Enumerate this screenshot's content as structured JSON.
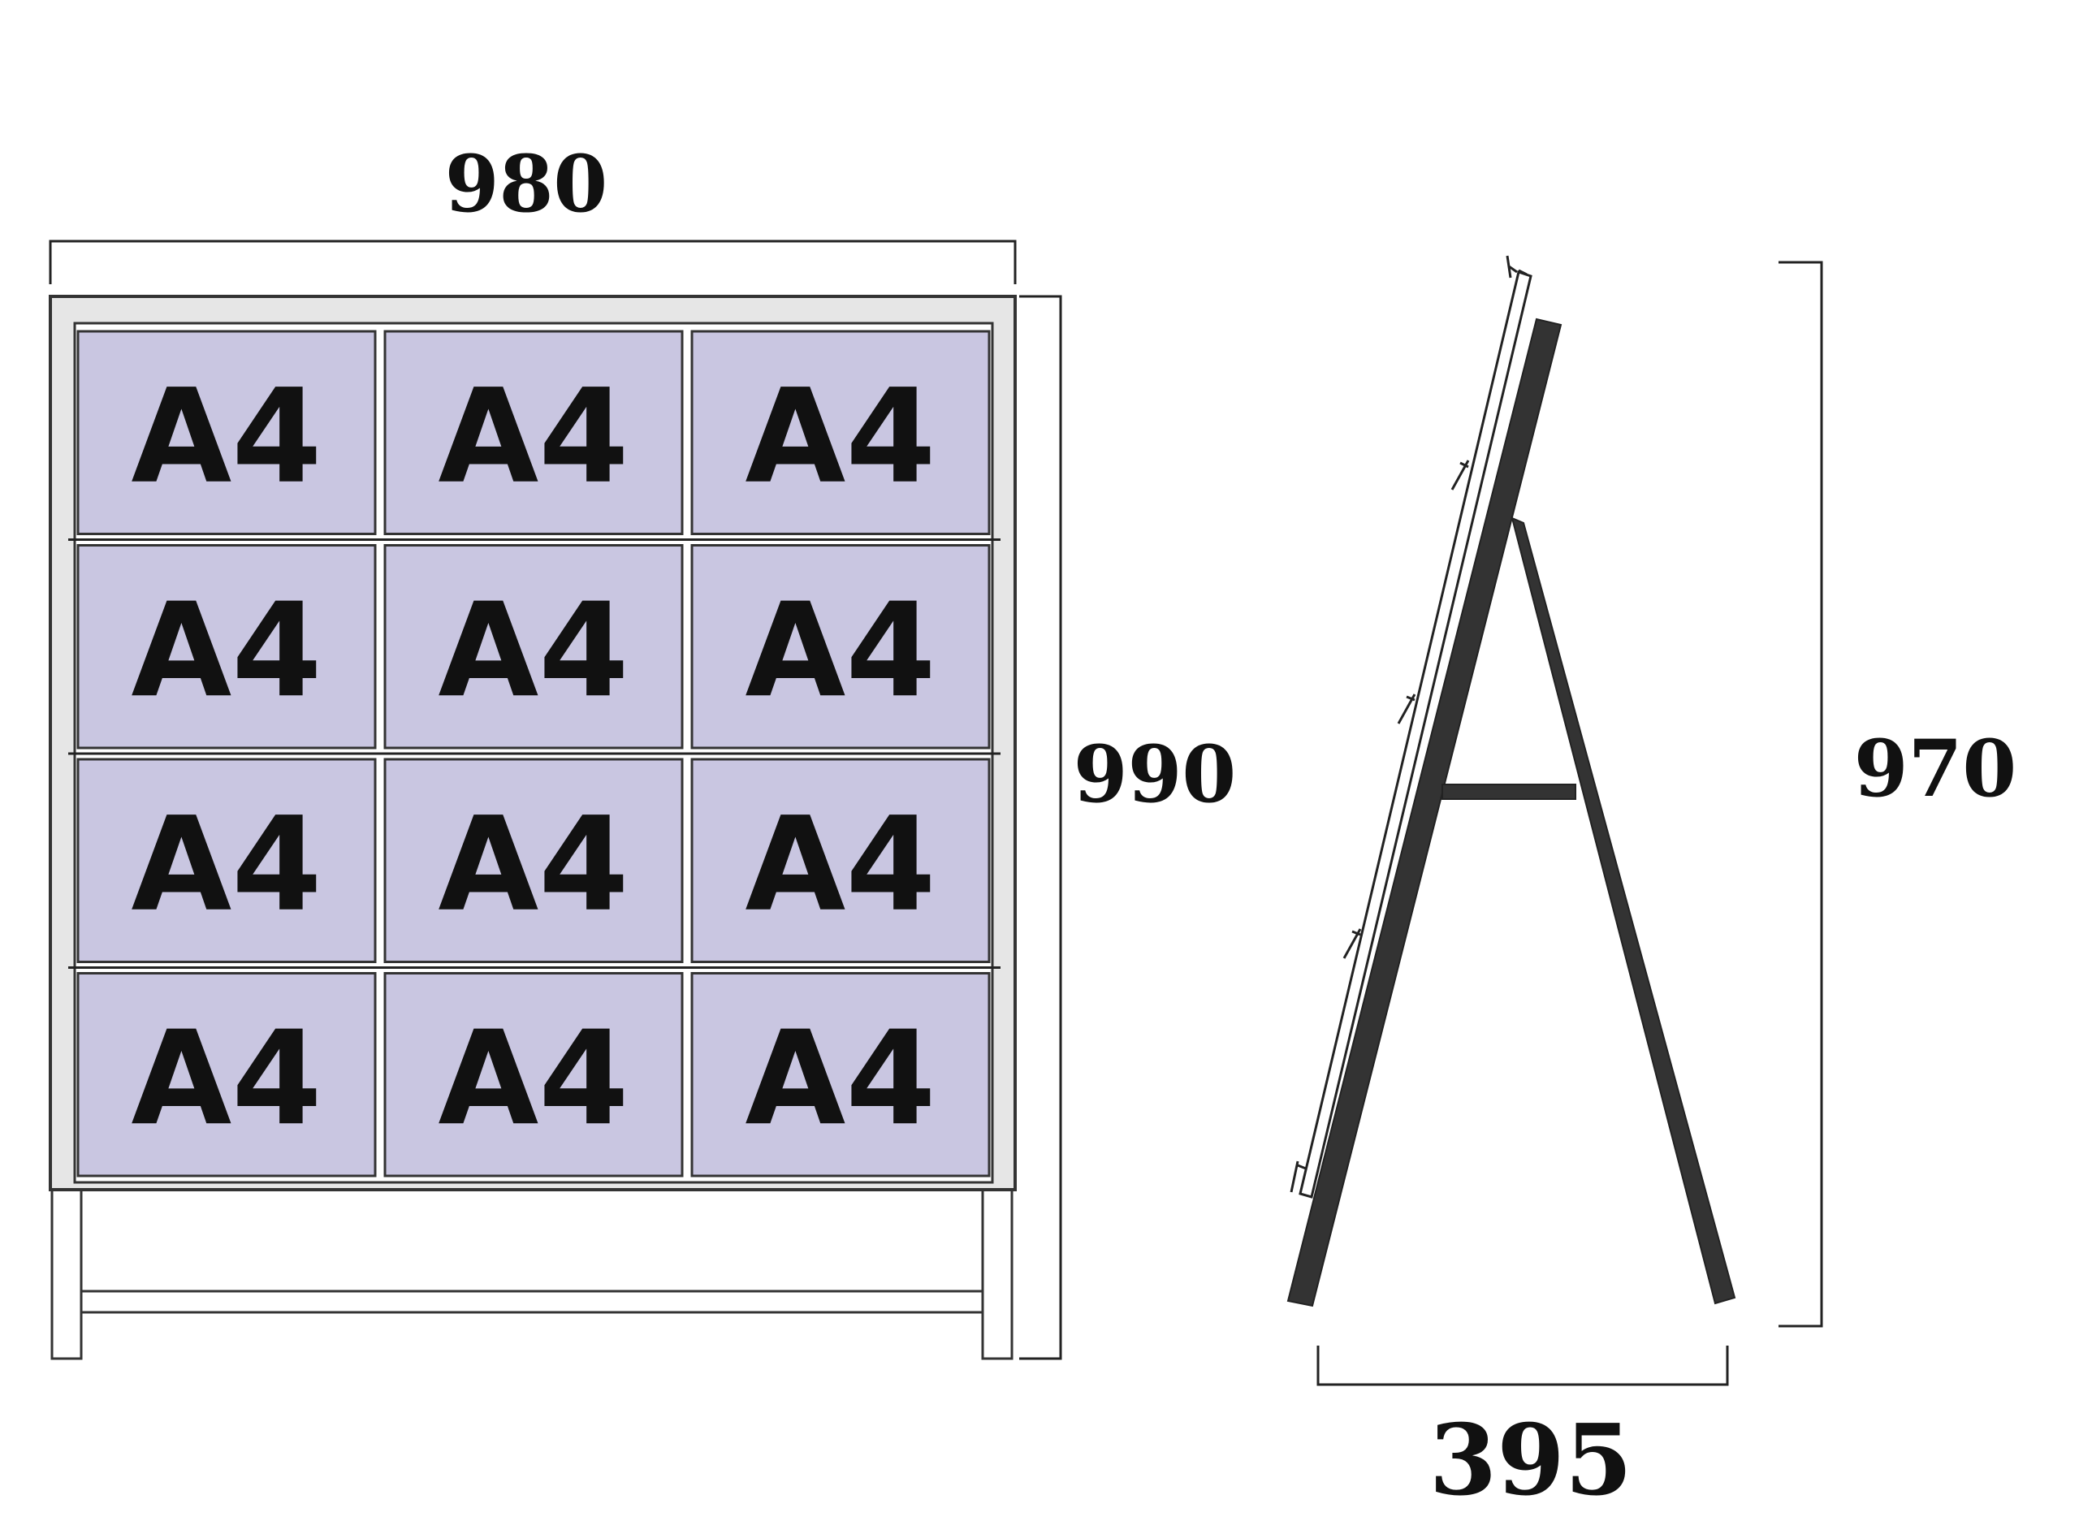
{
  "dimensions": {
    "width": "980",
    "height": "990",
    "side_height": "970",
    "depth": "395"
  },
  "grid": {
    "rows": 4,
    "columns": 3,
    "cell_label": "A4"
  },
  "colors": {
    "cell_fill": "#c9c6e1",
    "frame_fill": "#e6e6e6",
    "stand_fill": "#333333",
    "line": "#222222"
  }
}
